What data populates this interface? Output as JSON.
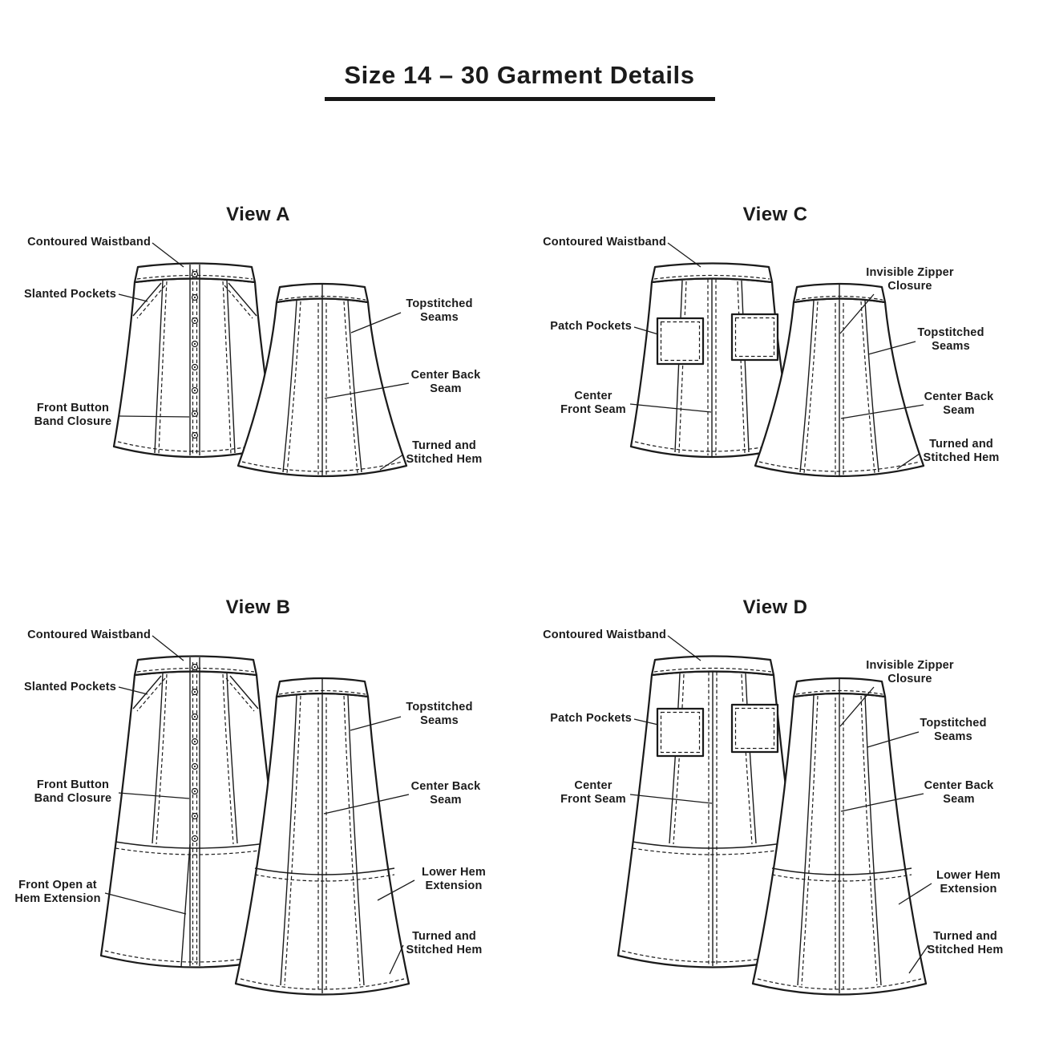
{
  "page": {
    "title": "Size 14 – 30 Garment Details",
    "background": "#ffffff",
    "ink": "#1b1b1b"
  },
  "views": {
    "a": {
      "title": "View A",
      "labels": {
        "contoured_waistband": "Contoured Waistband",
        "slanted_pockets": "Slanted Pockets",
        "front_button_band_closure": "Front Button\nBand Closure",
        "topstitched_seams": "Topstitched\nSeams",
        "center_back_seam": "Center Back\nSeam",
        "turned_and_stitched_hem": "Turned and\nStitched Hem"
      }
    },
    "b": {
      "title": "View B",
      "labels": {
        "contoured_waistband": "Contoured Waistband",
        "slanted_pockets": "Slanted Pockets",
        "front_button_band_closure": "Front Button\nBand Closure",
        "front_open_at_hem_extension": "Front Open at\nHem Extension",
        "topstitched_seams": "Topstitched\nSeams",
        "center_back_seam": "Center Back\nSeam",
        "lower_hem_extension": "Lower Hem\nExtension",
        "turned_and_stitched_hem": "Turned and\nStitched Hem"
      }
    },
    "c": {
      "title": "View C",
      "labels": {
        "contoured_waistband": "Contoured Waistband",
        "patch_pockets": "Patch Pockets",
        "center_front_seam": "Center\nFront Seam",
        "invisible_zipper_closure": "Invisible Zipper\nClosure",
        "topstitched_seams": "Topstitched\nSeams",
        "center_back_seam": "Center Back\nSeam",
        "turned_and_stitched_hem": "Turned and\nStitched Hem"
      }
    },
    "d": {
      "title": "View D",
      "labels": {
        "contoured_waistband": "Contoured Waistband",
        "patch_pockets": "Patch Pockets",
        "center_front_seam": "Center\nFront Seam",
        "invisible_zipper_closure": "Invisible Zipper\nClosure",
        "topstitched_seams": "Topstitched\nSeams",
        "center_back_seam": "Center Back\nSeam",
        "lower_hem_extension": "Lower Hem\nExtension",
        "turned_and_stitched_hem": "Turned and\nStitched Hem"
      }
    }
  }
}
